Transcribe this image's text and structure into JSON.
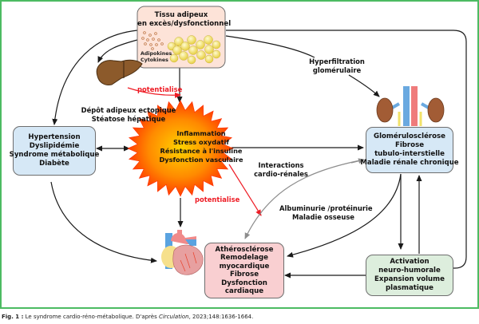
{
  "figure": {
    "border_color": "#4cbb62",
    "nodes": {
      "adipose": {
        "title_lines": [
          "Tissu adipeux",
          "en excès/dysfonctionnel"
        ],
        "small_labels": [
          "Adipokines",
          "Cytokines"
        ],
        "fill": "#fde3d8"
      },
      "liver_label": [
        "Dépôt adipeux ectopique",
        "Stéatose hépatique"
      ],
      "metabolic": {
        "lines": [
          "Hypertension",
          "Dyslipidémie",
          "Syndrome métabolique",
          "Diabète"
        ],
        "fill": "#d6e8f6"
      },
      "burst": {
        "lines": [
          "Inflammation",
          "Stress oxydatif",
          "Résistance à l'insuline",
          "Dysfonction vasculaire"
        ]
      },
      "renal": {
        "lines": [
          "Glomérulosclérose",
          "Fibrose",
          "tubulo-interstielle",
          "Maladie rénale chronique"
        ],
        "fill": "#d6e8f6"
      },
      "cardiac": {
        "lines": [
          "Athérosclérose",
          "Remodelage",
          "myocardique",
          "Fibrose",
          "Dysfonction",
          "cardiaque"
        ],
        "fill": "#f9cfd1"
      },
      "neuro": {
        "lines": [
          "Activation",
          "neuro-humorale",
          "Expansion volume",
          "plasmatique"
        ],
        "fill": "#ddeedd"
      }
    },
    "edge_labels": {
      "hyperfiltration": [
        "Hyperfiltration",
        "glomérulaire"
      ],
      "potentialise_1": "potentialise",
      "potentialise_2": "potentialise",
      "interactions": [
        "Interactions",
        "cardio-rénales"
      ],
      "albuminurie": [
        "Albuminurie /protéinurie",
        "Maladie osseuse"
      ]
    },
    "colors": {
      "arrow": "#1a1a1a",
      "potentiate_arrow": "#ee1c25",
      "cardio_renal_arrow": "#8c8c8c"
    }
  },
  "caption": {
    "fig_label": "Fig. 1 :",
    "text_before": " Le syndrome cardio-réno-métabolique. D'après ",
    "journal": "Circulation",
    "text_after": ", 2023;148:1636-1664."
  }
}
